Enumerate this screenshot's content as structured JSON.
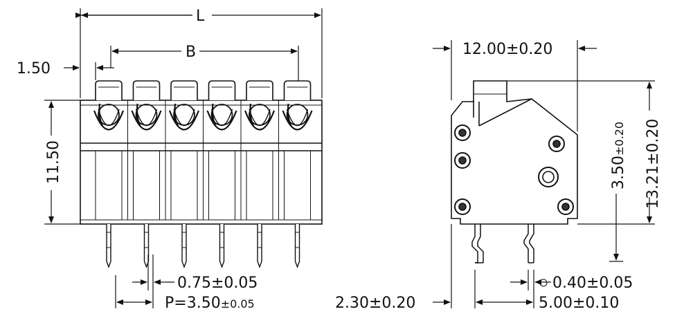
{
  "front_view": {
    "dim_L": "L",
    "dim_B": "B",
    "dim_1_50": "1.50",
    "dim_11_50": "11.50",
    "dim_pin_width": "0.75±0.05",
    "dim_pitch_main": "P=3.50",
    "dim_pitch_tol": "±0.05",
    "pole_count": 6
  },
  "side_view": {
    "dim_width": "12.00±0.20",
    "dim_height_total": "13.21±0.20",
    "dim_height_pin_main": "3.50",
    "dim_height_pin_tol": "±0.20",
    "dim_pin_thickness": "0.40±0.05",
    "dim_pin_spacing": "5.00±0.10",
    "dim_pin_offset": "2.30±0.20"
  },
  "colors": {
    "line": "#111111",
    "fill": "#ffffff"
  }
}
